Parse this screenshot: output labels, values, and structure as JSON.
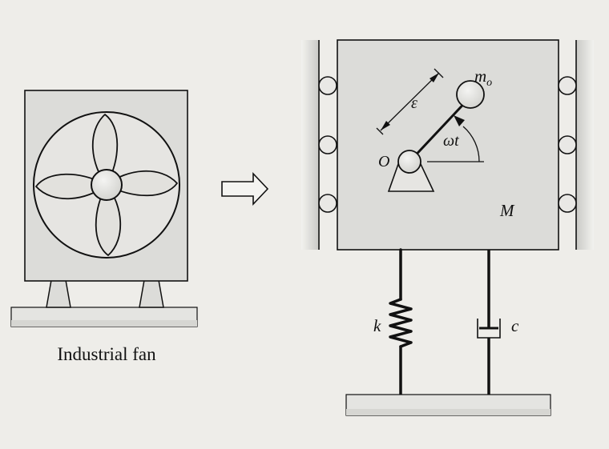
{
  "fan_caption": "Industrial fan",
  "labels": {
    "eccentricity": "ε",
    "unbalanced_mass_base": "m",
    "unbalanced_mass_sub": "o",
    "pivot": "O",
    "angle": "ωt",
    "machine_mass": "M",
    "spring_constant": "k",
    "damping": "c"
  },
  "colors": {
    "background": "#eeede9",
    "box_fill": "#dcdcd9",
    "ground_fill": "#e4e4e1",
    "stroke": "#111111",
    "blade_fill": "#e2e1dd"
  },
  "icons": {
    "arrow": "hollow-right-arrow",
    "fan": "four-blade-fan-icon"
  }
}
